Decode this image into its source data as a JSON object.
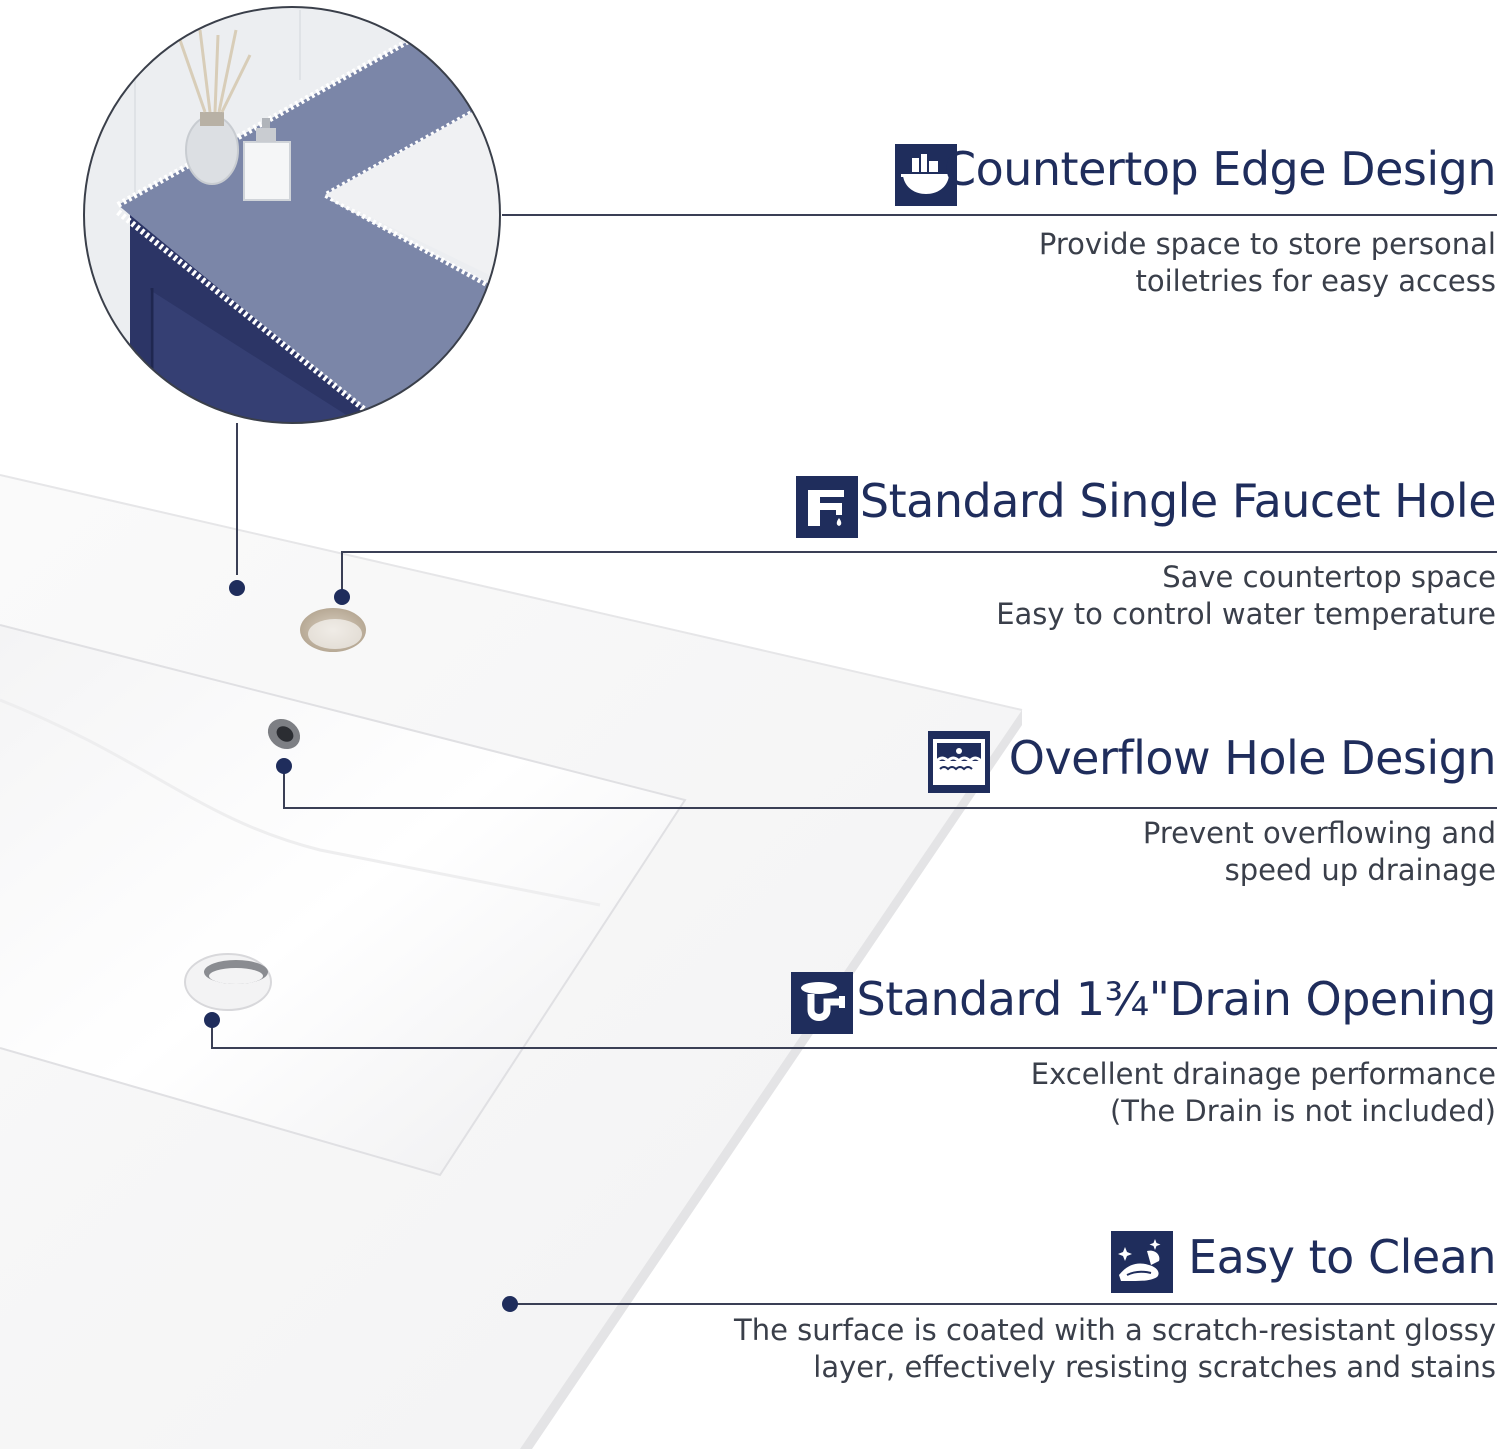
{
  "colors": {
    "navy": "#1f2d5c",
    "countertop_blue": "#7b86a8",
    "ceramic_white": "#ffffff"
  },
  "features": [
    {
      "id": "countertop-edge",
      "icon": "toiletries-icon",
      "title": "Countertop Edge Design",
      "desc": [
        "Provide space to store personal",
        "toiletries for easy access"
      ]
    },
    {
      "id": "faucet-hole",
      "icon": "faucet-icon",
      "title": "Standard Single Faucet Hole",
      "desc": [
        "Save countertop space",
        "Easy to control water temperature"
      ]
    },
    {
      "id": "overflow-hole",
      "icon": "overflow-icon",
      "title": "Overflow Hole Design",
      "desc": [
        "Prevent overflowing and",
        "speed up drainage"
      ]
    },
    {
      "id": "drain-opening",
      "icon": "drain-pipe-icon",
      "title": "Standard 1¾\"Drain Opening",
      "desc": [
        "Excellent drainage performance",
        "(The Drain is not included)"
      ]
    },
    {
      "id": "easy-clean",
      "icon": "cleaning-hand-icon",
      "title": "Easy to Clean",
      "desc": [
        "The surface is coated with a scratch-resistant glossy",
        "layer, effectively resisting scratches and stains"
      ]
    }
  ]
}
